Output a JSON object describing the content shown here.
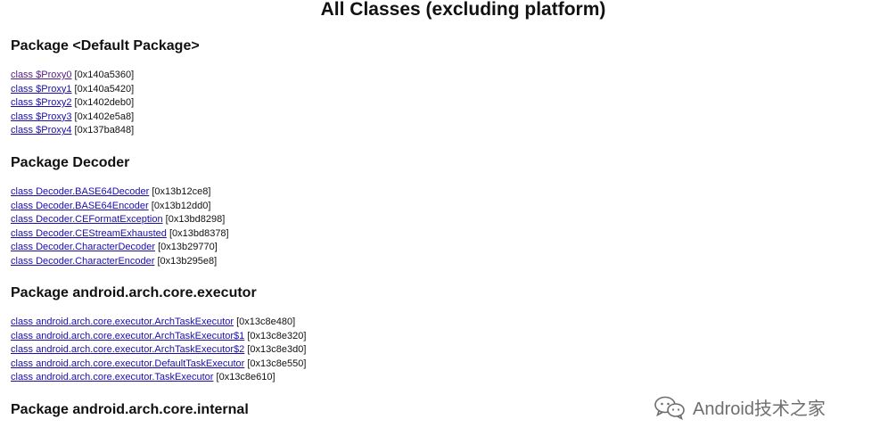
{
  "page_title": "All Classes (excluding platform)",
  "packages": [
    {
      "heading": "Package <Default Package>",
      "classes": [
        {
          "label": "class $Proxy0",
          "addr": "[0x140a5360]"
        },
        {
          "label": "class $Proxy1",
          "addr": "[0x140a5420]"
        },
        {
          "label": "class $Proxy2",
          "addr": "[0x1402deb0]"
        },
        {
          "label": "class $Proxy3",
          "addr": "[0x1402e5a8]"
        },
        {
          "label": "class $Proxy4",
          "addr": "[0x137ba848]"
        }
      ]
    },
    {
      "heading": "Package Decoder",
      "classes": [
        {
          "label": "class Decoder.BASE64Decoder",
          "addr": "[0x13b12ce8]"
        },
        {
          "label": "class Decoder.BASE64Encoder",
          "addr": "[0x13b12dd0]"
        },
        {
          "label": "class Decoder.CEFormatException",
          "addr": "[0x13bd8298]"
        },
        {
          "label": "class Decoder.CEStreamExhausted",
          "addr": "[0x13bd8378]"
        },
        {
          "label": "class Decoder.CharacterDecoder",
          "addr": "[0x13b29770]"
        },
        {
          "label": "class Decoder.CharacterEncoder",
          "addr": "[0x13b295e8]"
        }
      ]
    },
    {
      "heading": "Package android.arch.core.executor",
      "classes": [
        {
          "label": "class android.arch.core.executor.ArchTaskExecutor",
          "addr": "[0x13c8e480]"
        },
        {
          "label": "class android.arch.core.executor.ArchTaskExecutor$1",
          "addr": "[0x13c8e320]"
        },
        {
          "label": "class android.arch.core.executor.ArchTaskExecutor$2",
          "addr": "[0x13c8e3d0]"
        },
        {
          "label": "class android.arch.core.executor.DefaultTaskExecutor",
          "addr": "[0x13c8e550]"
        },
        {
          "label": "class android.arch.core.executor.TaskExecutor",
          "addr": "[0x13c8e610]"
        }
      ]
    },
    {
      "heading": "Package android.arch.core.internal",
      "classes": []
    }
  ],
  "watermark": {
    "text": "Android技术之家",
    "icon": "wechat-icon"
  },
  "colors": {
    "link": "#1a0dab",
    "visited_link": "#551a8b",
    "text": "#111111"
  }
}
